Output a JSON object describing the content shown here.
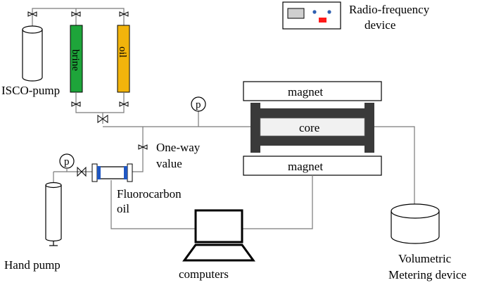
{
  "labels": {
    "isco_pump": "ISCO-pump",
    "brine": "brine",
    "oil": "oil",
    "rf_device_line1": "Radio-frequency",
    "rf_device_line2": "device",
    "magnet_top": "magnet",
    "core": "core",
    "magnet_bottom": "magnet",
    "pressure_gauge_main": "p",
    "pressure_gauge_hand": "p",
    "one_way_line1": "One-way",
    "one_way_line2": "value",
    "fluorocarbon_line1": "Fluorocarbon",
    "fluorocarbon_line2": "oil",
    "hand_pump": "Hand pump",
    "computers": "computers",
    "volumetric_line1": "Volumetric",
    "volumetric_line2": "Metering device"
  },
  "colors": {
    "brine": "#1ea53a",
    "oil": "#f2b40c",
    "holder": "#3a3a3a",
    "rf_red": "#ff1a1a",
    "rf_blue": "#2e5fb0",
    "fluoro_blue": "#1f57c3"
  }
}
